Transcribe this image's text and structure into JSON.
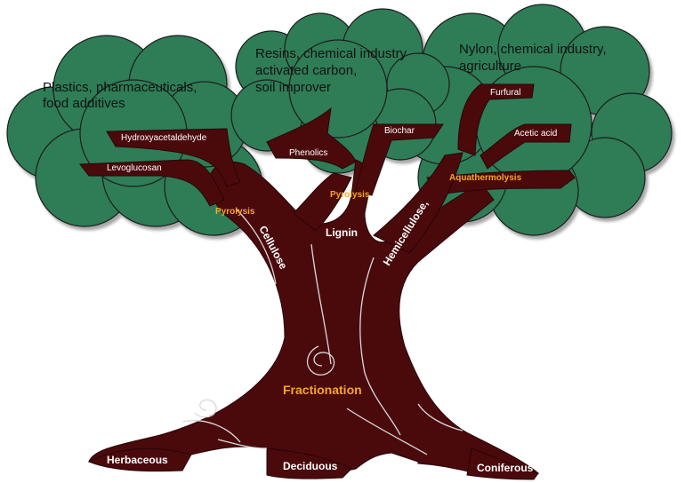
{
  "canopy": {
    "left": [
      "Plastics, pharmaceuticals,",
      "food additives"
    ],
    "middle": [
      "Resins, chemical industry",
      "activated carbon,",
      "soil improver"
    ],
    "right": [
      "Nylon, chemical industry,",
      "agriculture"
    ]
  },
  "products": {
    "hydroxyacetaldehyde": "Hydroxyacetaldehyde",
    "levoglucosan": "Levoglucosan",
    "phenolics": "Phenolics",
    "biochar": "Biochar",
    "furfural": "Furfural",
    "acetic_acid": "Acetic acid"
  },
  "processes": {
    "pyrolysis_left": "Pyrolysis",
    "pyrolysis_middle": "Pyrolysis",
    "aquathermolysis": "Aquathermolysis",
    "fractionation": "Fractionation"
  },
  "components": {
    "cellulose": "Cellulose",
    "lignin": "Lignin",
    "hemicellulose": "Hemicellulose,"
  },
  "roots": {
    "herbaceous": "Herbaceous",
    "deciduous": "Deciduous",
    "coniferous": "Coniferous"
  },
  "colors": {
    "canopy": "#2f7d57",
    "trunk": "#4a0a0c",
    "process": "#f5a623"
  }
}
